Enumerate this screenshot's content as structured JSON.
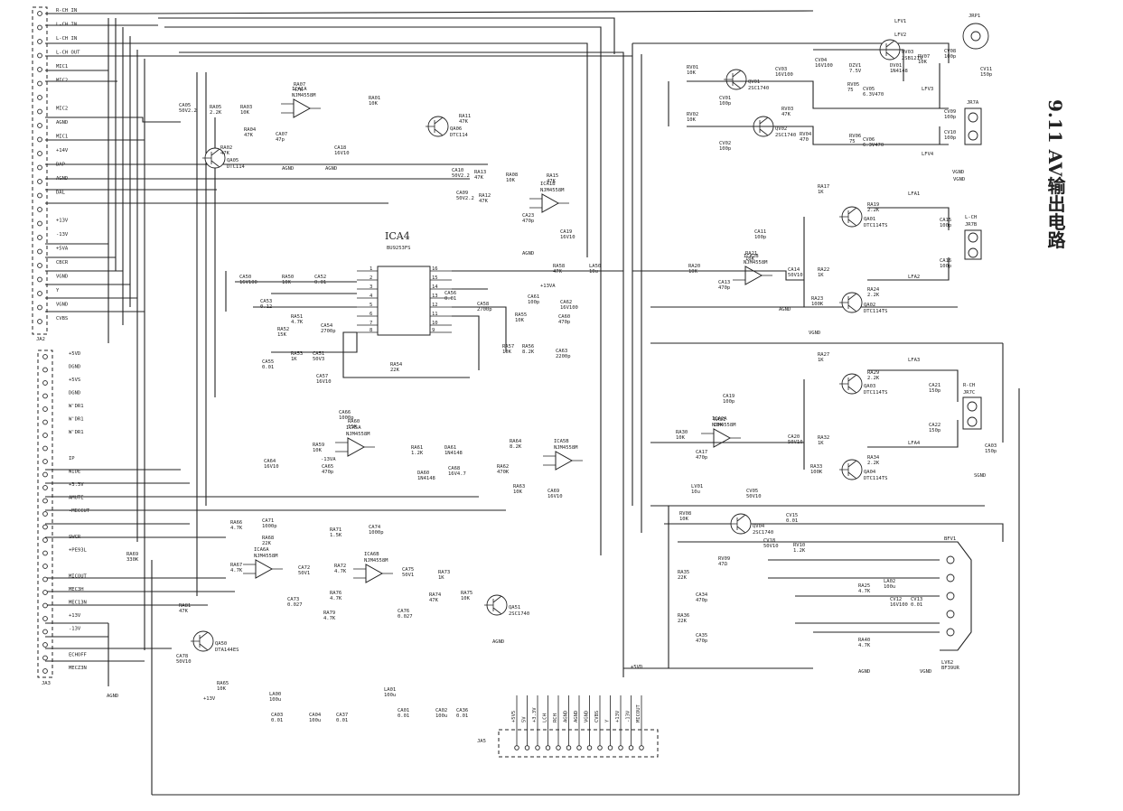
{
  "title": "9.11  AV输出电路",
  "ic_main": {
    "ref": "ICA4",
    "part": "BU9253FS"
  },
  "connectors": {
    "left_top_label": "JA2",
    "left_bottom_label": "JA3",
    "bottom_connector_label": "JA5"
  },
  "left_top_pins": [
    "R-CH IN",
    "L-CH IN",
    "L-CH IN",
    "L-CH OUT",
    "MIC1",
    "MIC2",
    "",
    "MIC2",
    "AGND",
    "MIC1",
    "+14V",
    "DAP",
    "AGND",
    "DAL",
    "",
    "+13V",
    "-13V",
    "+5VA",
    "CBCR",
    "VGND",
    "Y",
    "VGND",
    "CVBS"
  ],
  "left_bottom_pins": [
    "+5VD",
    "DGND",
    "+5VS",
    "DGND",
    "W'DR1",
    "W'DR1",
    "W'DR1",
    "",
    "IP",
    "WIDE",
    "+3.3V",
    "AMUTE",
    "-MECCUT",
    "",
    "SWCR",
    "+PE93L",
    "",
    "MICOUT",
    "MEC3H",
    "MEC13N",
    "+13V",
    "-13V",
    "",
    "ECHOFF",
    "MECZ3N"
  ],
  "bottom_connector_pins": [
    "+5V5",
    "5V",
    "+3.3V",
    "LCH",
    "RCH",
    "AGND",
    "AGND",
    "VGND",
    "CVBS",
    "Y",
    "+13V",
    "-13V",
    "MICOUT"
  ],
  "ic_pins_left": [
    "1",
    "2",
    "3",
    "4",
    "5",
    "6",
    "7",
    "8"
  ],
  "ic_pins_right": [
    "16",
    "15",
    "14",
    "13",
    "12",
    "11",
    "10",
    "9"
  ],
  "opamps": [
    {
      "ref": "ICA1A",
      "part": "NJM4558M"
    },
    {
      "ref": "ICA1B",
      "part": "NJM4558M"
    },
    {
      "ref": "ICA2B",
      "part": "NJM4558M"
    },
    {
      "ref": "ICA2A",
      "part": "NJM4558M"
    },
    {
      "ref": "ICA5A",
      "part": "NJM4558M"
    },
    {
      "ref": "ICA5B",
      "part": "NJM4558M"
    },
    {
      "ref": "ICA6A",
      "part": "NJM4558M"
    },
    {
      "ref": "ICA6B",
      "part": "NJM4558M"
    }
  ],
  "transistors": [
    {
      "ref": "QA05",
      "part": "DTC114"
    },
    {
      "ref": "QA06",
      "part": "DTC114"
    },
    {
      "ref": "QV01",
      "part": "2SC1740"
    },
    {
      "ref": "QV02",
      "part": "2SC1740"
    },
    {
      "ref": "QV03",
      "part": "2SB1219"
    },
    {
      "ref": "QV04",
      "part": "2SC1740"
    },
    {
      "ref": "QA01",
      "part": "DTC114TS"
    },
    {
      "ref": "QA02",
      "part": "DTC114TS"
    },
    {
      "ref": "QA03",
      "part": "DTC114TS"
    },
    {
      "ref": "QA04",
      "part": "DTC114TS"
    },
    {
      "ref": "QA51",
      "part": "2SC1740"
    },
    {
      "ref": "QA50",
      "part": "DTA144ES"
    }
  ],
  "jacks": [
    {
      "ref": "JRP1",
      "label": ""
    },
    {
      "ref": "JR7A",
      "label": ""
    },
    {
      "ref": "JR7B",
      "label": "L-CH"
    },
    {
      "ref": "JR7C",
      "label": "R-CH"
    },
    {
      "ref": "BFV1",
      "label": ""
    }
  ],
  "net_labels": [
    "AGND",
    "VGND",
    "+13VA",
    "-13VA",
    "+5VD",
    "-13V",
    "+13V",
    "SGND"
  ],
  "parts_labels": {
    "RA07": "47K",
    "CA05": "50V2.2",
    "RA05": "2.2K",
    "RA03": "10K",
    "RA01": "10K",
    "RA11": "47K",
    "RA02": "47K",
    "RA04": "47K",
    "CA07": "47p",
    "CA18": "16V10",
    "CA10": "50V2.2",
    "RA13": "47K",
    "RA08": "10K",
    "RA15": "47K",
    "CA09": "50V2.2",
    "RA12": "47K",
    "CA23": "470p",
    "CA19": "16V10",
    "CA50": "16V100",
    "RA50": "10K",
    "CA52": "0.01",
    "CA53": "0.12",
    "RA51": "4.7K",
    "RA52": "15K",
    "CA54": "2700p",
    "CA56": "0.01",
    "CA58": "2700p",
    "CA55": "0.01",
    "RA53": "1K",
    "CA51": "50V3",
    "CA57": "16V10",
    "RA54": "22K",
    "RA58": "47K",
    "LA50": "10u",
    "CA61": "100p",
    "CA62": "16V100",
    "RA55": "10K",
    "RA57": "10K",
    "RA56": "8.2K",
    "CA60": "470p",
    "CA63": "2200p",
    "CA66": "1000p",
    "RA60": "15K",
    "RA59": "10K",
    "CA64": "16V10",
    "CA65": "470p",
    "RA61": "1.2K",
    "DA61": "1N4148",
    "DA60": "1N4148",
    "CA68": "16V4.7",
    "RA62": "470K",
    "RA64": "8.2K",
    "RA63": "10K",
    "CA69": "16V10",
    "RA66": "4.7K",
    "CA71": "1000p",
    "RA68": "22K",
    "RA67": "4.7K",
    "CA72": "50V1",
    "CA73": "0.027",
    "RA71": "1.5K",
    "CA74": "1000p",
    "RA72": "4.7K",
    "RA73": "1K",
    "CA75": "50V1",
    "RA74": "47K",
    "RA75": "10K",
    "RA76": "4.7K",
    "RA79": "4.7K",
    "CA76": "0.027",
    "RA69": "330K",
    "RA81": "47K",
    "CA78": "50V10",
    "RA65": "10K",
    "LA00": "100u",
    "CA03": "0.01",
    "CA04": "100u",
    "CA37": "0.01",
    "LA01": "100u",
    "CA01": "0.01",
    "CA02": "100u",
    "CA36": "0.01",
    "RV01": "10K",
    "CV01": "100p",
    "RV02": "10K",
    "CV02": "100p",
    "CV03": "16V100",
    "RV03": "47K",
    "RV04": "470",
    "CV04": "16V100",
    "DZV1": "7.5V",
    "DV01": "1N4148",
    "RV07": "10K",
    "RV05": "75",
    "CV05": "6.3V470",
    "RV06": "75",
    "CV06": "6.3V470",
    "CV08": "100p",
    "CV11": "150p",
    "LFV1": "",
    "LFV2": "",
    "LFV3": "",
    "LFV4": "",
    "CV09": "100p",
    "CV10": "100p",
    "RA17": "1K",
    "RA19": "2.2K",
    "CA15": "100p",
    "CA16": "100p",
    "LFA1": "",
    "LFA2": "",
    "CA11": "100p",
    "RA21": "10K",
    "RA20": "10K",
    "CA14": "50V10",
    "RA22": "1K",
    "CA13": "470p",
    "RA23": "100K",
    "RA24": "2.2K",
    "RA27": "1K",
    "RA29": "2.2K",
    "LFA3": "",
    "CA21": "150p",
    "CA22": "150p",
    "CA03B": "150p",
    "CA19B": "100p",
    "RA31": "10K",
    "RA30": "10K",
    "CA17": "470p",
    "CA20": "50V10",
    "RA32": "1K",
    "RA33": "100K",
    "RA34": "2.2K",
    "LFA4": "",
    "LV01": "10u",
    "CV05B": "50V10",
    "CV15": "0.01",
    "RV08": "10K",
    "RV09": "47Ω",
    "CV18": "50V10",
    "RV10": "1.2K",
    "RA35": "22K",
    "CA34": "470p",
    "RA36": "22K",
    "CA35": "470p",
    "RA25": "4.7K",
    "LA02": "100u",
    "CV12": "16V100",
    "CV13": "0.01",
    "RA40": "4.7K",
    "LV62": "BF39UR"
  }
}
